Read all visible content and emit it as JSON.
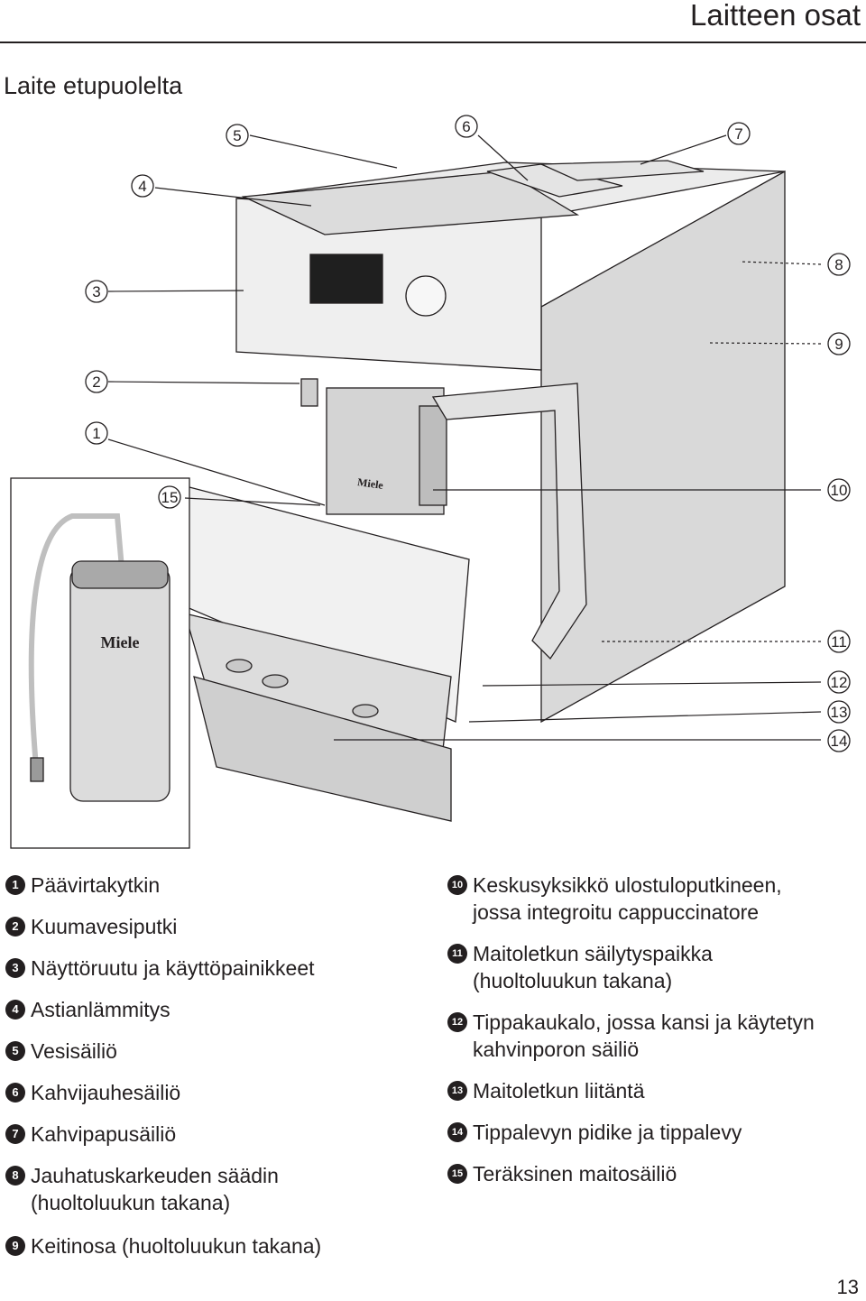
{
  "header": {
    "title": "Laitteen osat"
  },
  "section": {
    "title": "Laite etupuolelta"
  },
  "figure": {
    "callouts": [
      "1",
      "2",
      "3",
      "4",
      "5",
      "6",
      "7",
      "8",
      "9",
      "10",
      "11",
      "12",
      "13",
      "14",
      "15"
    ],
    "brand_text": "Miele"
  },
  "legend": {
    "left": [
      {
        "num": "1",
        "text": "Päävirtakytkin"
      },
      {
        "num": "2",
        "text": "Kuumavesiputki"
      },
      {
        "num": "3",
        "text": "Näyttöruutu ja käyttöpainikkeet"
      },
      {
        "num": "4",
        "text": "Astianlämmitys"
      },
      {
        "num": "5",
        "text": "Vesisäiliö"
      },
      {
        "num": "6",
        "text": "Kahvijauhesäiliö"
      },
      {
        "num": "7",
        "text": "Kahvipapusäiliö"
      },
      {
        "num": "8",
        "text": "Jauhatuskarkeuden säädin\n(huoltoluukun takana)"
      },
      {
        "num": "9",
        "text": "Keitinosa (huoltoluukun takana)"
      }
    ],
    "right": [
      {
        "num": "10",
        "text": "Keskusyksikkö ulostuloputkineen,\njossa integroitu cappuccinatore"
      },
      {
        "num": "11",
        "text": "Maitoletkun säilytyspaikka\n(huoltoluukun takana)"
      },
      {
        "num": "12",
        "text": "Tippakaukalo, jossa kansi ja käytetyn\nkahvinporon säiliö"
      },
      {
        "num": "13",
        "text": "Maitoletkun liitäntä"
      },
      {
        "num": "14",
        "text": "Tippalevyn pidike ja tippalevy"
      },
      {
        "num": "15",
        "text": "Teräksinen maitosäiliö"
      }
    ]
  },
  "page": {
    "number": "13"
  },
  "colors": {
    "ink": "#231f20",
    "panel": "#e6e6e6",
    "shade": "#c8c8c8"
  }
}
